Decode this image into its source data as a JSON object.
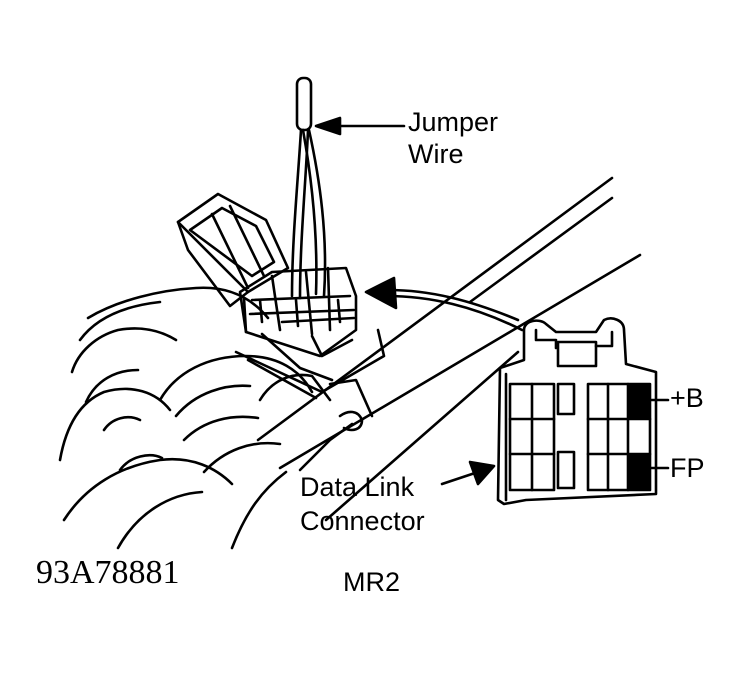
{
  "labels": {
    "jumper_line1": "Jumper",
    "jumper_line2": "Wire",
    "plus_b": "+B",
    "fp": "FP",
    "dlc_line1": "Data Link",
    "dlc_line2": "Connector",
    "figure_id": "93A78881",
    "model": "MR2"
  },
  "connector_pins": [
    {
      "row": 1,
      "col": 4,
      "filled": true
    },
    {
      "row": 3,
      "col": 4,
      "filled": true
    }
  ]
}
